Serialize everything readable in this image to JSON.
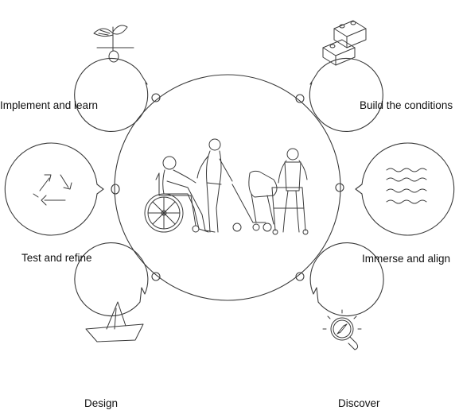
{
  "diagram": {
    "center": {
      "illustration": "people-with-wheelchair-stroller-walker"
    },
    "steps": [
      {
        "id": "build",
        "label": "Build the conditions",
        "icon": "building-blocks-icon"
      },
      {
        "id": "immerse",
        "label": "Immerse and align",
        "icon": "waves-icon"
      },
      {
        "id": "discover",
        "label": "Discover",
        "icon": "compass-magnifier-icon"
      },
      {
        "id": "design",
        "label": "Design",
        "icon": "paper-boat-icon"
      },
      {
        "id": "test",
        "label": "Test and refine",
        "icon": "recycle-arrows-icon"
      },
      {
        "id": "implement",
        "label": "Implement and learn",
        "icon": "sprouting-seed-icon"
      }
    ],
    "colors": {
      "line": "#3a3a3a",
      "background": "#ffffff",
      "text": "#111111"
    }
  }
}
